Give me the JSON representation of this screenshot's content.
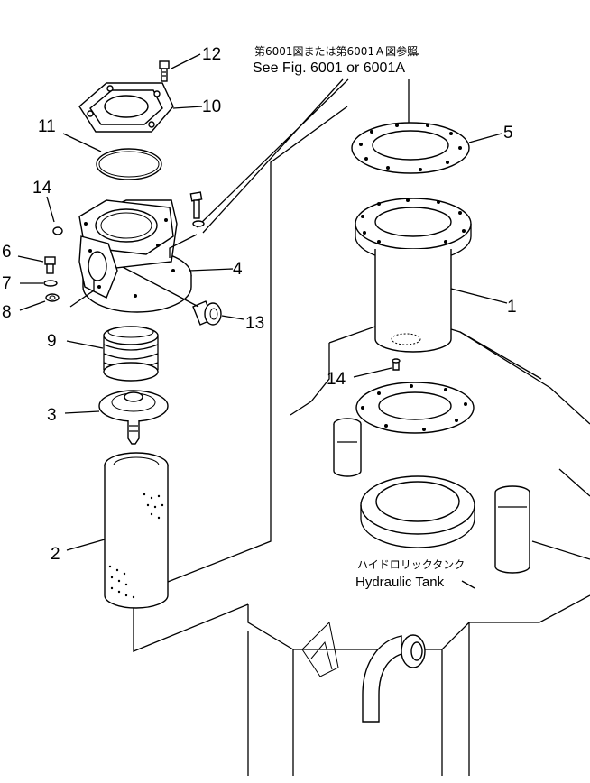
{
  "reference": {
    "jp": "第6001図または第6001Ａ図参照",
    "en": "See Fig. 6001 or 6001A"
  },
  "tank_label": {
    "jp": "ハイドロリックタンク",
    "en": "Hydraulic Tank"
  },
  "callouts": {
    "c1": "1",
    "c2": "2",
    "c3": "3",
    "c4": "4",
    "c5": "5",
    "c6": "6",
    "c7": "7",
    "c8": "8",
    "c9": "9",
    "c10": "10",
    "c11": "11",
    "c12": "12",
    "c13": "13",
    "c14a": "14",
    "c14b": "14"
  }
}
